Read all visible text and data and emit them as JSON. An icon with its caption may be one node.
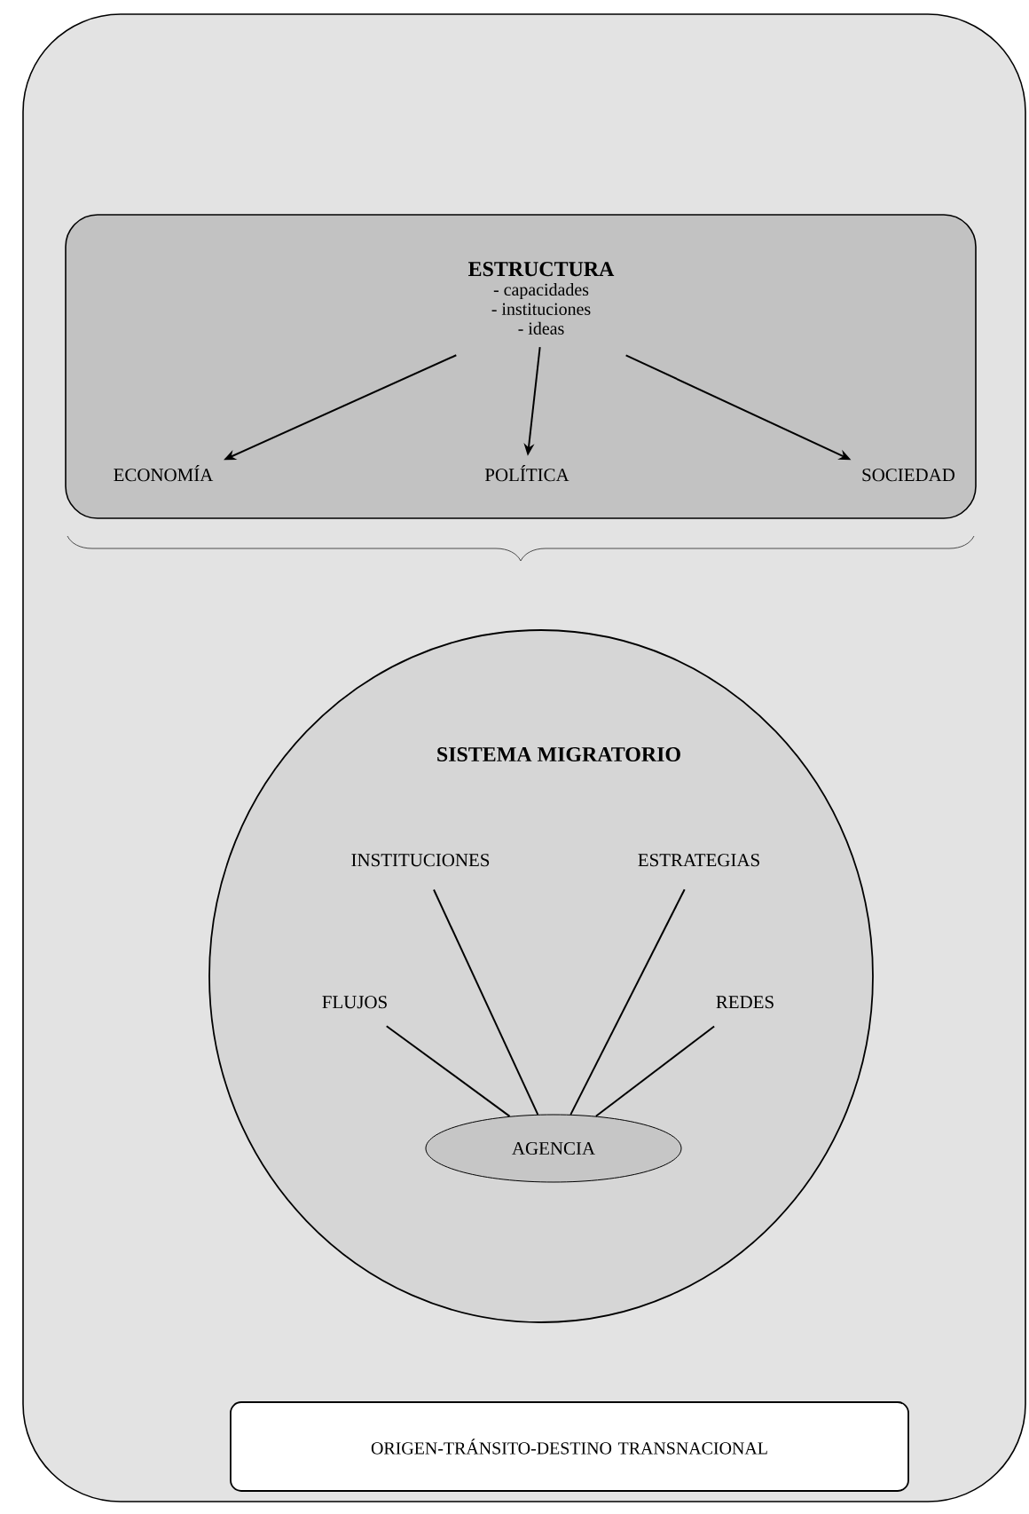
{
  "diagram": {
    "nodes": [
      {
        "text": [],
        "shape": "box"
      },
      {
        "text": [],
        "shape": "box",
        "in": 0
      },
      {
        "text": [
          "ESTRUCTURA",
          "- capacidades",
          "- instituciones",
          "- ideas"
        ],
        "in": 1
      },
      {
        "text": [
          "ECONOMÍA"
        ],
        "in": 1
      },
      {
        "text": [
          "POLÍTICA"
        ],
        "in": 1
      },
      {
        "text": [
          "SOCIEDAD"
        ],
        "in": 1
      },
      {
        "text": [
          "SISTEMA MIGRATORIO"
        ],
        "in": 0
      },
      {
        "text": [
          "INSTITUCIONES"
        ],
        "in": 6
      },
      {
        "text": [
          "ESTRATEGIAS"
        ],
        "in": 6
      },
      {
        "text": [
          "FLUJOS"
        ],
        "in": 6
      },
      {
        "text": [
          "REDES"
        ],
        "in": 6
      },
      {
        "text": [
          "AGENCIA"
        ],
        "in": 6
      },
      {
        "text": [
          "ORIGEN-TRÁNSITO-DESTINO TRANSNACIONAL"
        ],
        "in": 0
      }
    ],
    "edges": [
      {
        "from": 2,
        "to": 3,
        "arrow": "to"
      },
      {
        "from": 2,
        "to": 4,
        "arrow": "to"
      },
      {
        "from": 2,
        "to": 5,
        "arrow": "to"
      },
      {
        "from": 7,
        "to": 11,
        "arrow": "none"
      },
      {
        "from": 8,
        "to": 11,
        "arrow": "none"
      },
      {
        "from": 9,
        "to": 11,
        "arrow": "none"
      },
      {
        "from": 10,
        "to": 11,
        "arrow": "none"
      }
    ]
  }
}
